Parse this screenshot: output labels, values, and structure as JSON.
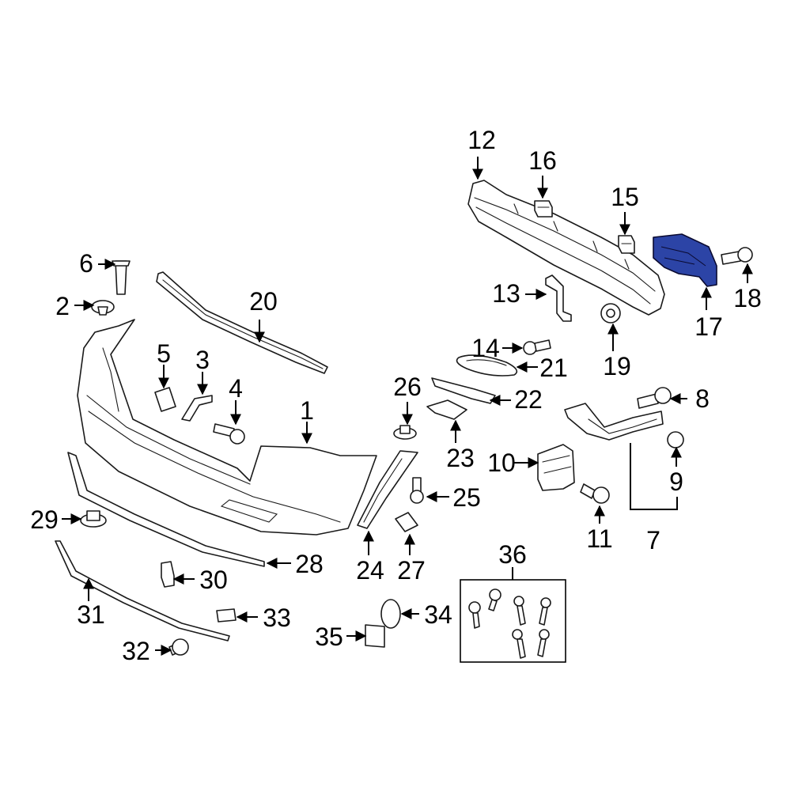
{
  "diagram": {
    "highlight_color": "#2c44a6",
    "line_color": "#000000",
    "background": "#ffffff",
    "highlighted_part": "17",
    "callouts": {
      "c1": "1",
      "c2": "2",
      "c3": "3",
      "c4": "4",
      "c5": "5",
      "c6": "6",
      "c7": "7",
      "c8": "8",
      "c9": "9",
      "c10": "10",
      "c11": "11",
      "c12": "12",
      "c13": "13",
      "c14": "14",
      "c15": "15",
      "c16": "16",
      "c17": "17",
      "c18": "18",
      "c19": "19",
      "c20": "20",
      "c21": "21",
      "c22": "22",
      "c23": "23",
      "c24": "24",
      "c25": "25",
      "c26": "26",
      "c27": "27",
      "c28": "28",
      "c29": "29",
      "c30": "30",
      "c31": "31",
      "c32": "32",
      "c33": "33",
      "c34": "34",
      "c35": "35",
      "c36": "36"
    }
  }
}
